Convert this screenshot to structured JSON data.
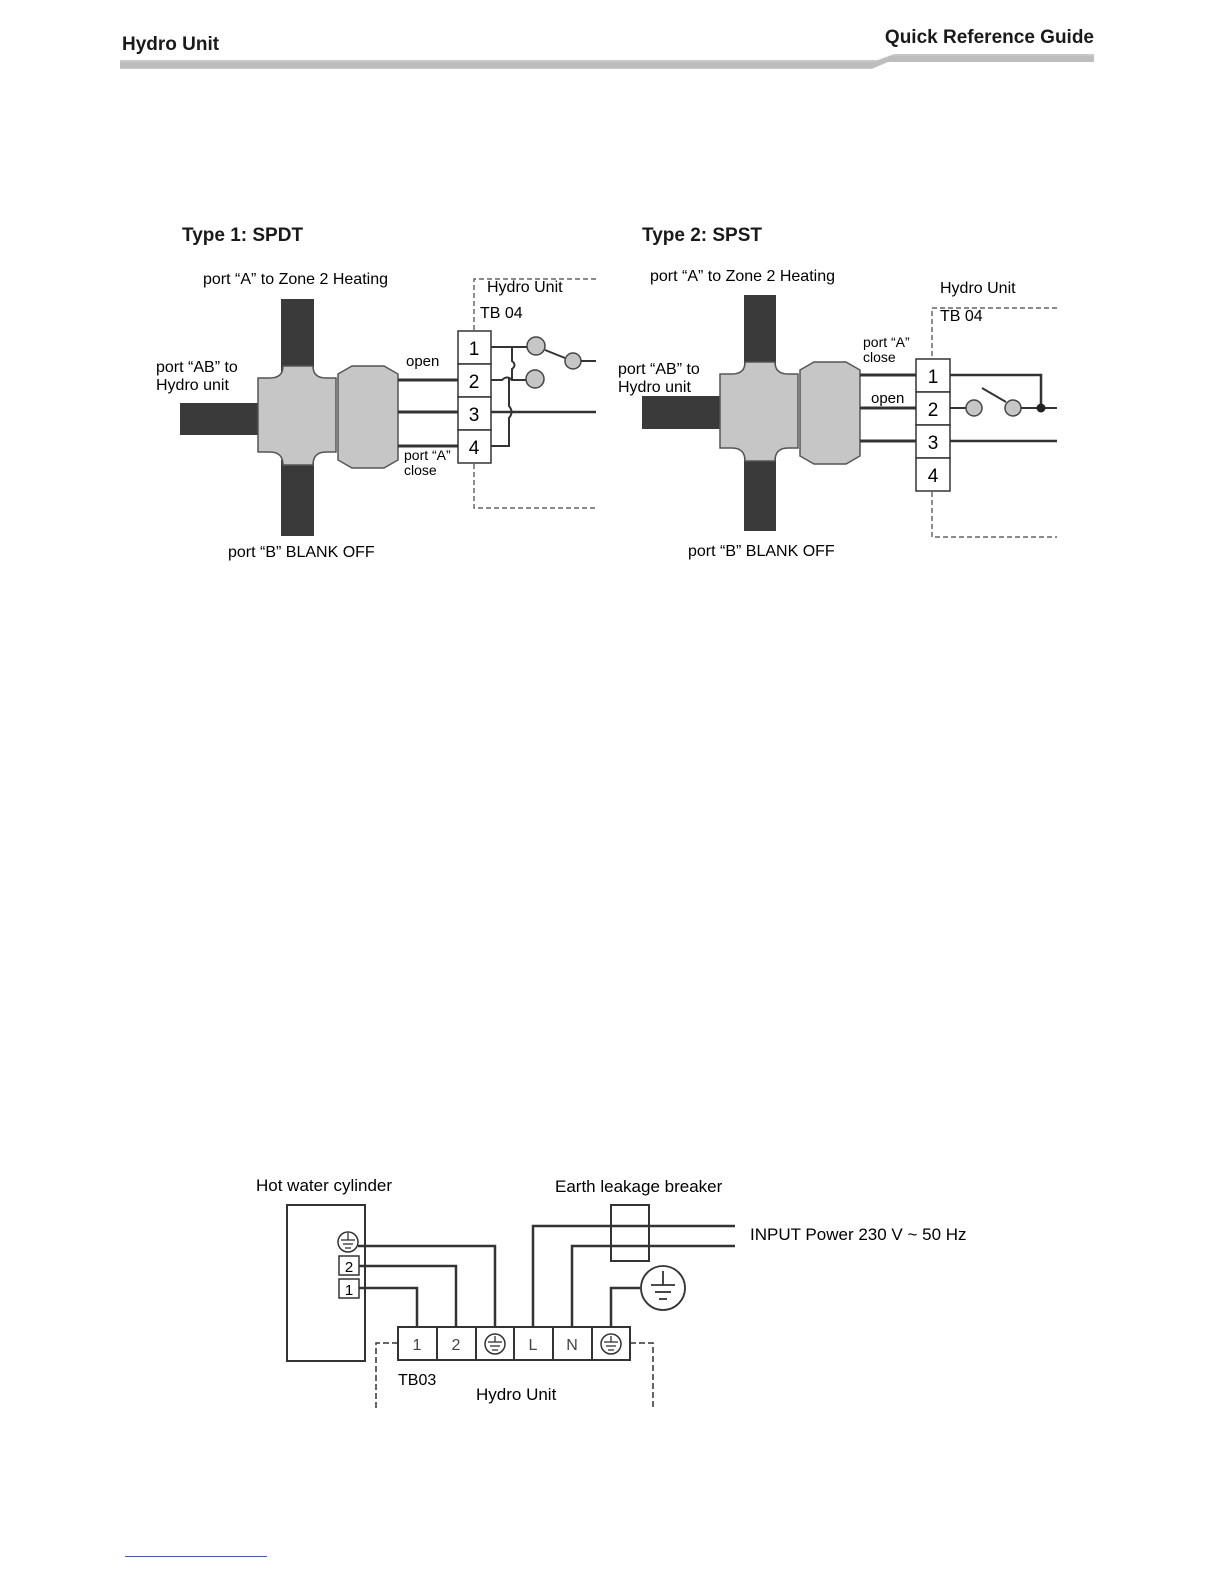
{
  "header": {
    "left_title": "Hydro Unit",
    "right_title": "Quick Reference Guide"
  },
  "type1": {
    "title": "Type 1: SPDT",
    "port_a": "port “A” to Zone 2 Heating",
    "port_ab_line1": "port “AB” to",
    "port_ab_line2": "Hydro unit",
    "port_b": "port “B” BLANK OFF",
    "open": "open",
    "close_line1": "port “A”",
    "close_line2": "close",
    "hydro_unit": "Hydro Unit",
    "tb": "TB 04",
    "terminals": [
      "1",
      "2",
      "3",
      "4"
    ]
  },
  "type2": {
    "title": "Type 2: SPST",
    "port_a": "port “A” to Zone 2 Heating",
    "port_ab_line1": "port “AB” to",
    "port_ab_line2": "Hydro unit",
    "port_b": "port “B” BLANK OFF",
    "open": "open",
    "close_line1": "port “A”",
    "close_line2": "close",
    "hydro_unit": "Hydro Unit",
    "tb": "TB 04",
    "terminals": [
      "1",
      "2",
      "3",
      "4"
    ]
  },
  "power": {
    "cylinder_label": "Hot water cylinder",
    "breaker_label": "Earth leakage breaker",
    "input_label": "INPUT Power 230 V ~ 50 Hz",
    "tb": "TB03",
    "hydro_unit": "Hydro Unit",
    "cylinder_terminals": [
      "2",
      "1"
    ],
    "tb03_terminals": [
      "1",
      "2",
      "L",
      "N"
    ]
  }
}
